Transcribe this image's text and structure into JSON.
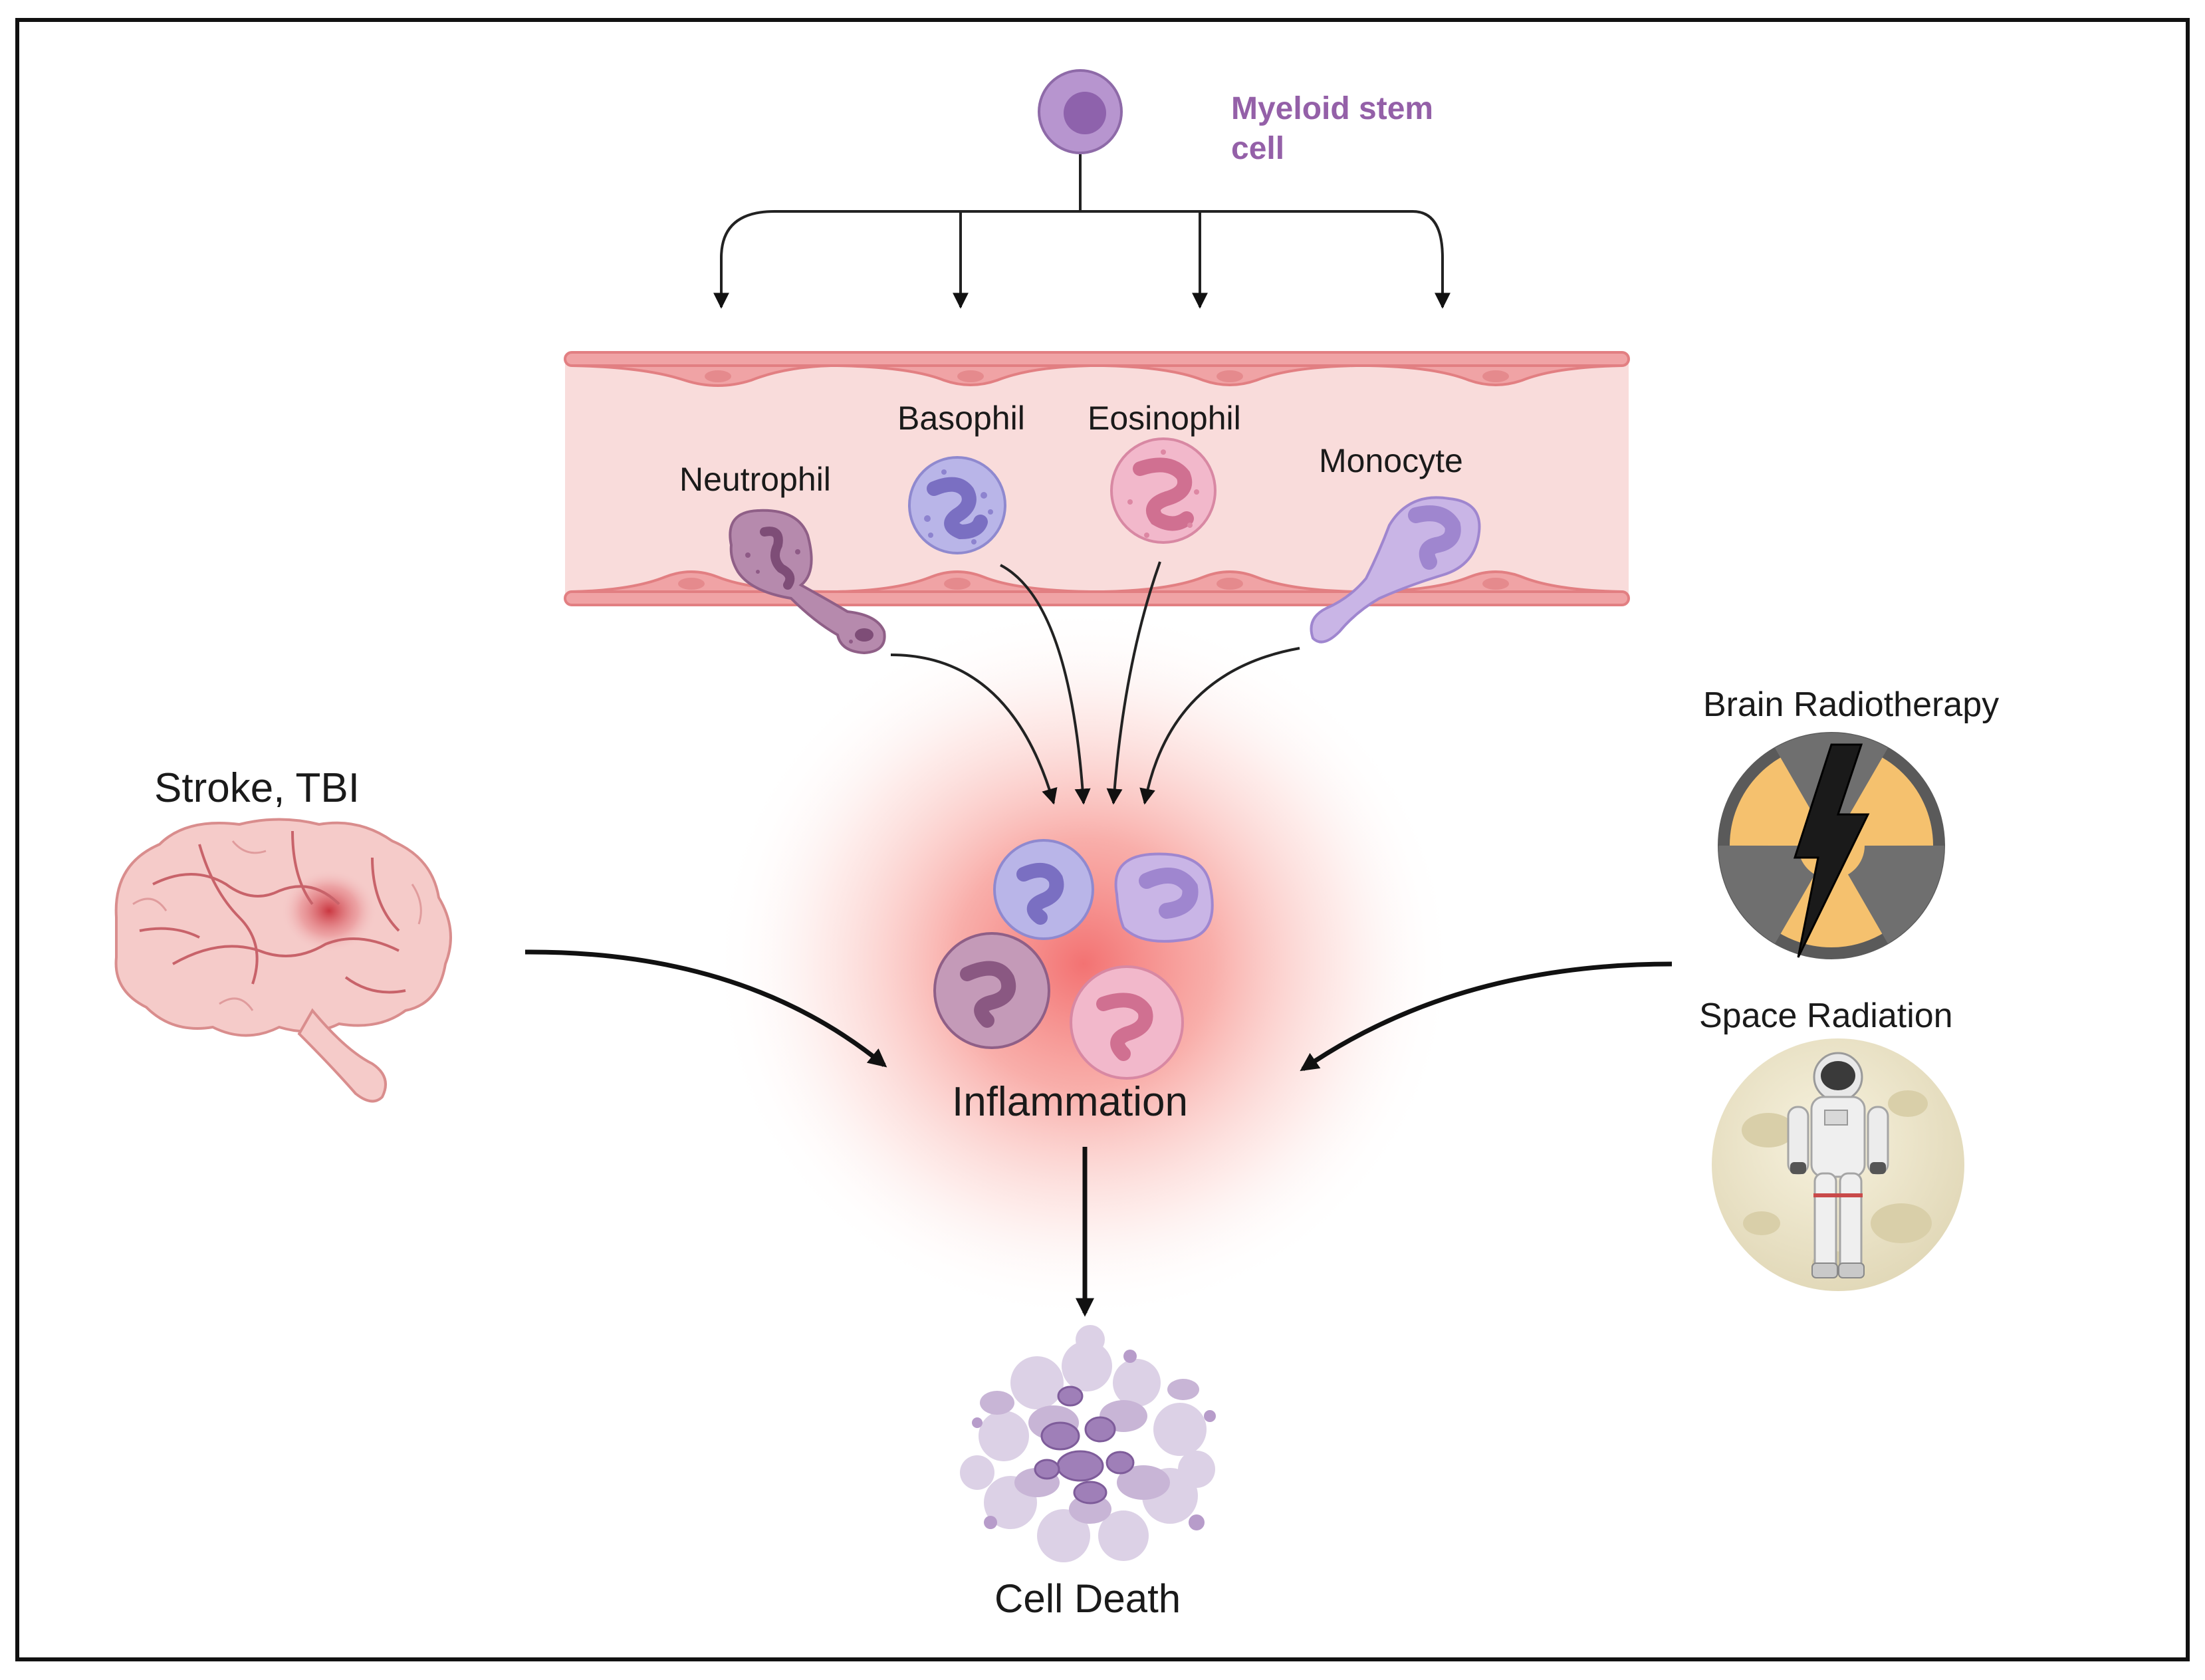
{
  "labels": {
    "myeloid_stem_cell": "Myeloid stem cell",
    "neutrophil": "Neutrophil",
    "basophil": "Basophil",
    "eosinophil": "Eosinophil",
    "monocyte": "Monocyte",
    "stroke_tbi": "Stroke, TBI",
    "inflammation": "Inflammation",
    "cell_death": "Cell Death",
    "brain_radiotherapy": "Brain Radiotherapy",
    "space_radiation": "Space Radiation"
  },
  "colors": {
    "stem_cell": "#b795cf",
    "myeloid_label": "#9460a8",
    "vessel_fill": "#f9dcdb",
    "vessel_wall": "#e27f82",
    "neutrophil": "#b68aad",
    "basophil": "#b9b5e8",
    "eosinophil": "#f2b8cb",
    "monocyte": "#c9b5e6",
    "inflammation_glow": "#f26b6b",
    "radiation_yellow": "#f5c16e",
    "radiation_grey": "#6f6f6f",
    "dead_cell": "#c8b5d6"
  },
  "icons": [
    "brain-icon",
    "radiation-hazard-icon",
    "lightning-bolt-icon",
    "astronaut-icon",
    "moon-icon",
    "apoptotic-cell-icon"
  ]
}
